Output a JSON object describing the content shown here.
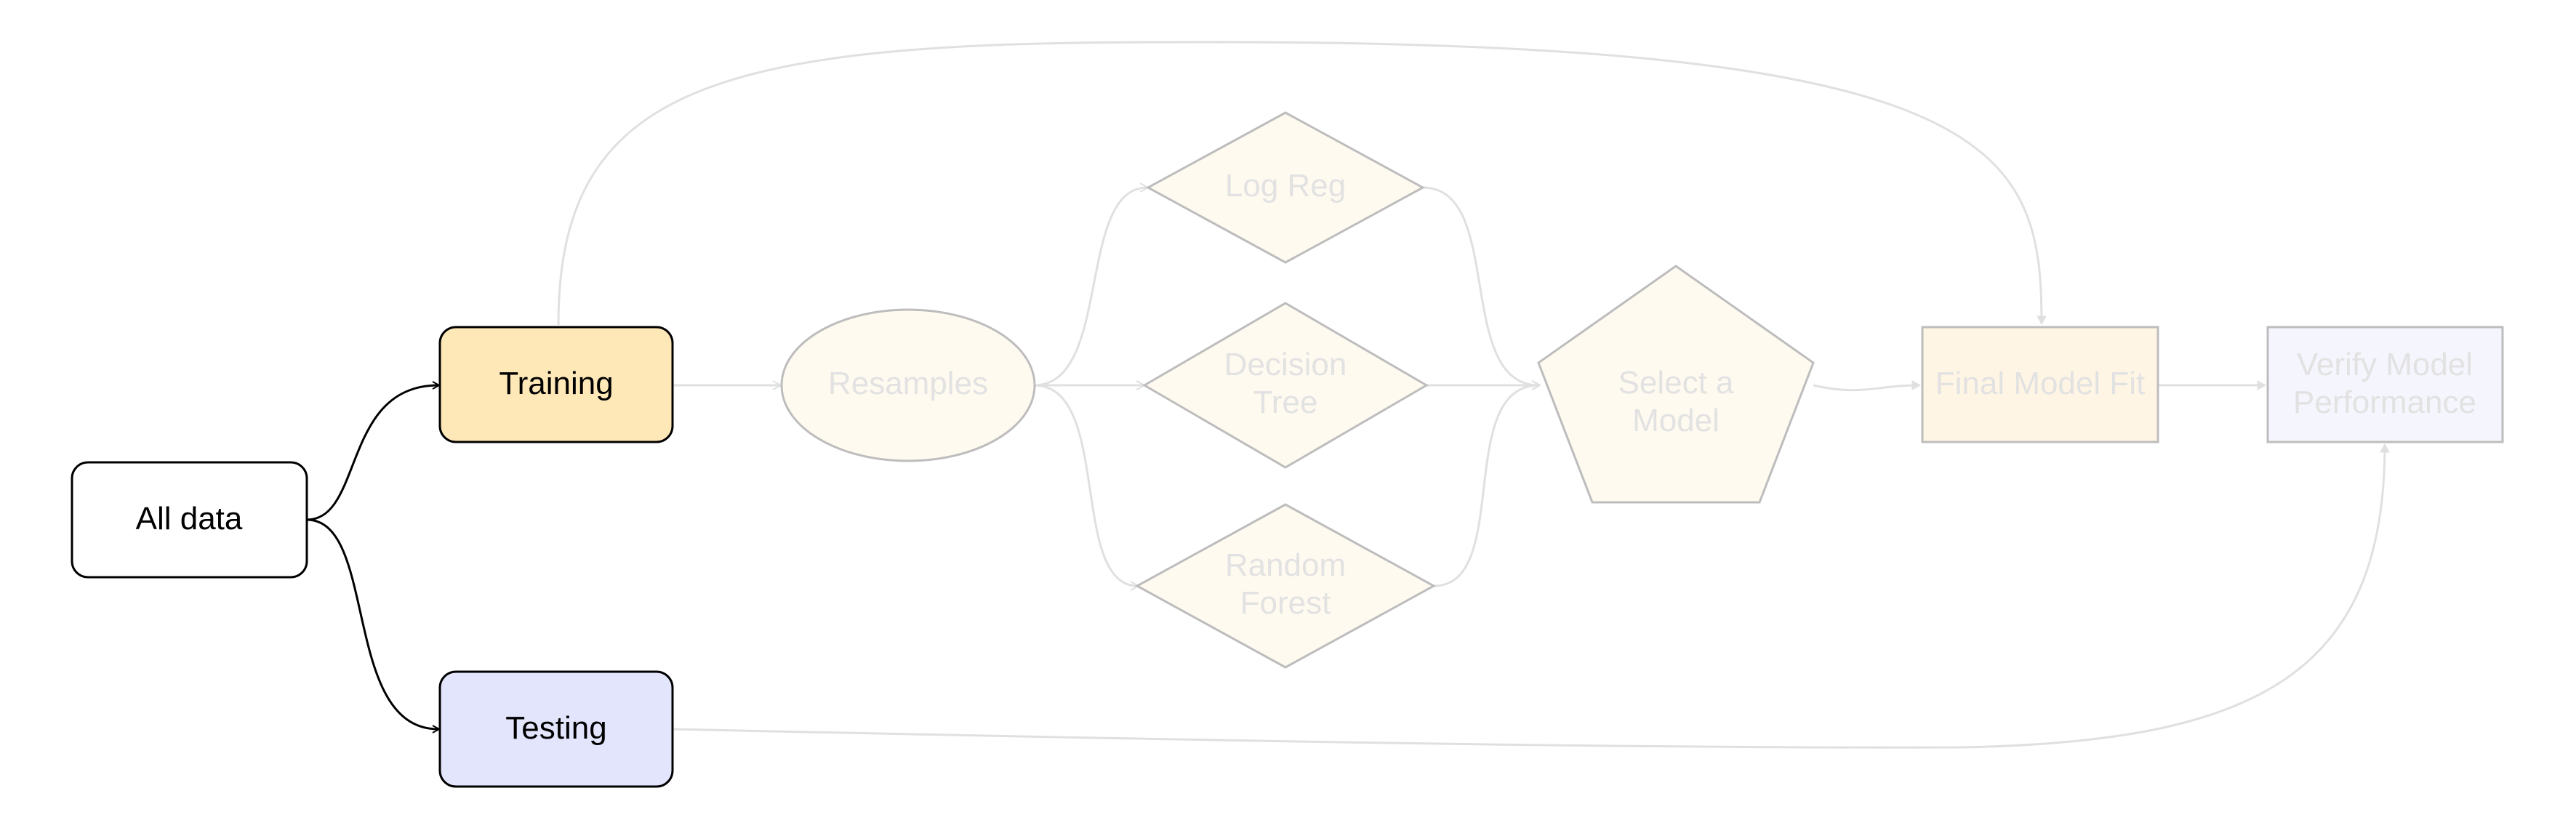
{
  "nodes": {
    "all_data": {
      "lines": [
        "All data"
      ]
    },
    "training": {
      "lines": [
        "Training"
      ]
    },
    "testing": {
      "lines": [
        "Testing"
      ]
    },
    "resamples": {
      "lines": [
        "Resamples"
      ]
    },
    "log_reg": {
      "lines": [
        "Log Reg"
      ]
    },
    "decision_tree": {
      "lines": [
        "Decision",
        "Tree"
      ]
    },
    "random_forest": {
      "lines": [
        "Random",
        "Forest"
      ]
    },
    "select_model": {
      "lines": [
        "Select a",
        "Model"
      ]
    },
    "final_fit": {
      "lines": [
        "Final Model Fit"
      ]
    },
    "verify": {
      "lines": [
        "Verify Model",
        "Performance"
      ]
    }
  },
  "colors": {
    "active_stroke": "#000000",
    "active_text": "#000000",
    "faded_stroke": "#bdbdbd",
    "faded_text": "#e2e2e2",
    "faded_edge": "#e0e0e0",
    "training_fill": "#ffe8b8",
    "testing_fill": "#e3e5fd",
    "faded_warm_fill": "#fffaf0",
    "faded_final_fill": "#fff5e4",
    "faded_verify_fill": "#f5f5fd"
  }
}
